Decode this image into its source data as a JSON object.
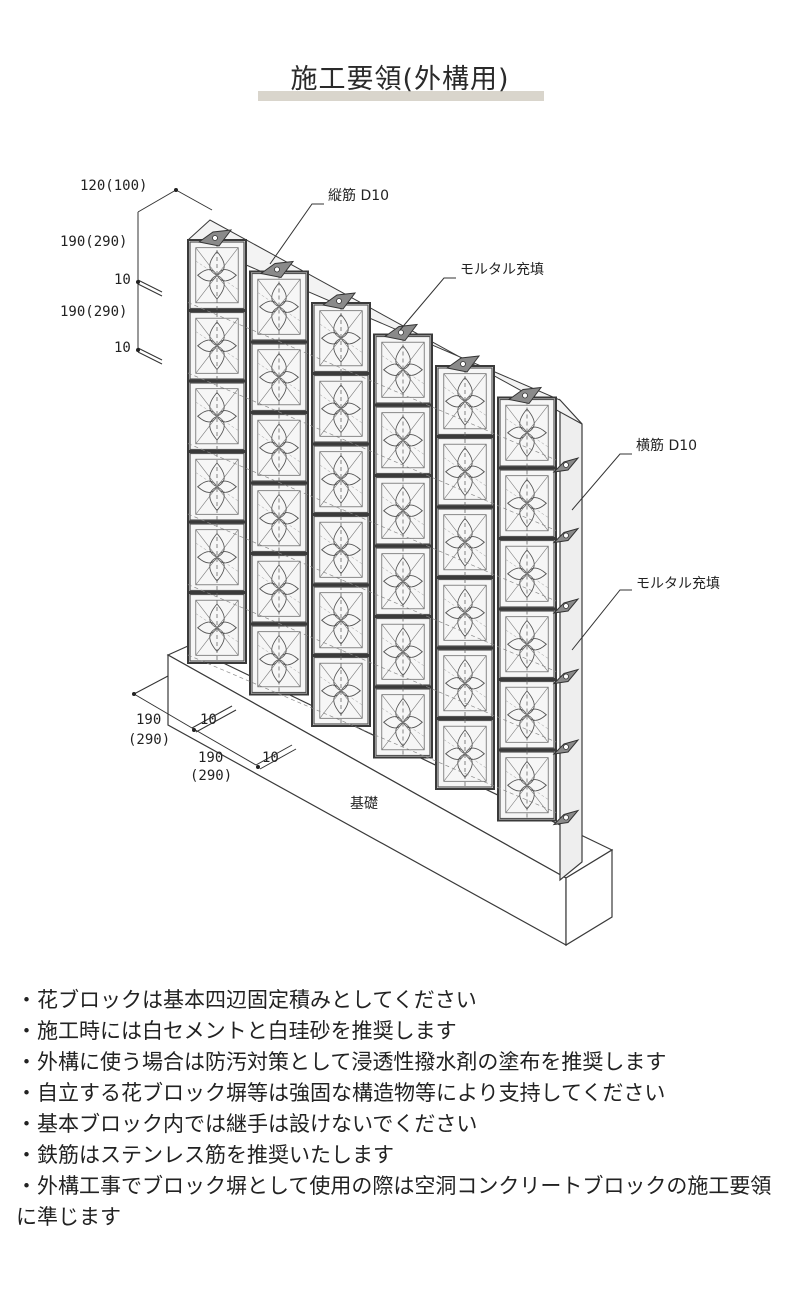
{
  "title": "施工要領(外構用)",
  "dimensions": {
    "top_width": "120(100)",
    "height_1": "190(290)",
    "joint_1": "10",
    "height_2": "190(290)",
    "joint_2": "10",
    "depth_1": "190",
    "depth_1_alt": "(290)",
    "depth_joint_1": "10",
    "depth_2": "190",
    "depth_2_alt": "(290)",
    "depth_joint_2": "10"
  },
  "callouts": {
    "vertical_rebar": "縦筋 D10",
    "mortar_top": "モルタル充填",
    "horizontal_rebar": "横筋 D10",
    "mortar_side": "モルタル充填",
    "foundation": "基礎"
  },
  "notes": [
    "・花ブロックは基本四辺固定積みとしてください",
    "・施工時には白セメントと白珪砂を推奨します",
    "・外構に使う場合は防汚対策として浸透性撥水剤の塗布を推奨します",
    "・自立する花ブロック塀等は強固な構造物等により支持してください",
    "・基本ブロック内では継手は設けないでください",
    "・鉄筋はステンレス筋を推奨いたします",
    "・外構工事でブロック塀として使用の際は空洞コンクリートブロックの施工要領に準じます"
  ],
  "colors": {
    "line": "#3a3a3a",
    "block_face": "#f6f6f6",
    "joint": "#555555",
    "mortar_cap": "#8a8a8a",
    "title_underline": "#d9d5cc"
  }
}
